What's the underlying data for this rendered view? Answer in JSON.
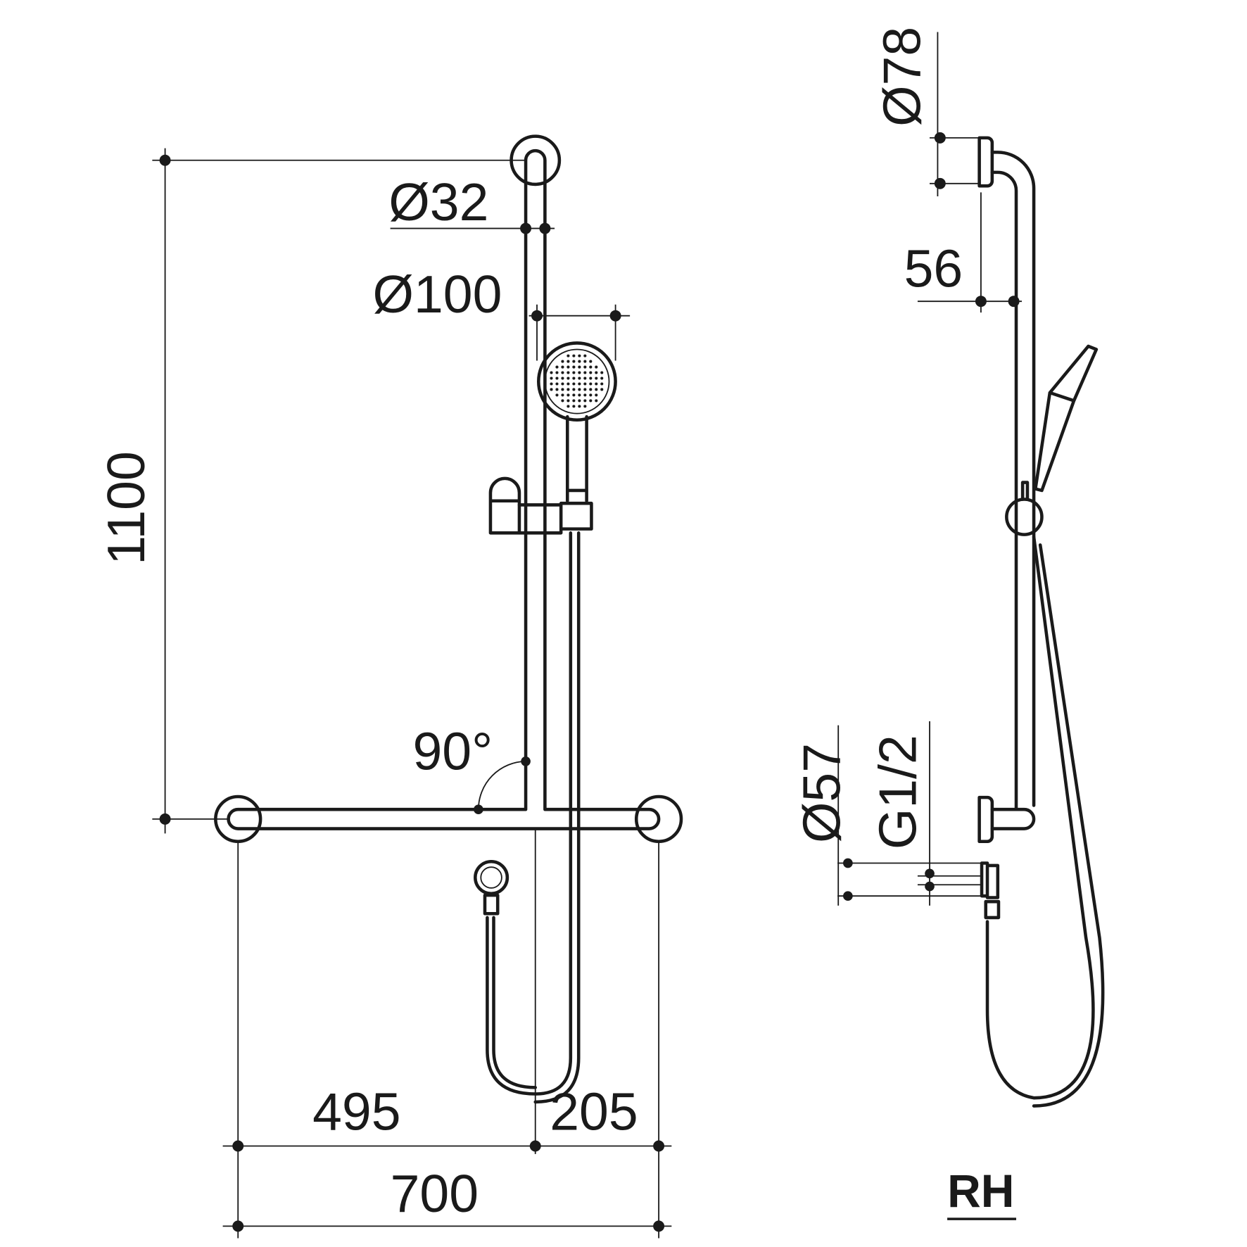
{
  "front_view": {
    "dimensions": {
      "height": "1100",
      "bar_diameter": "Ø32",
      "head_diameter": "Ø100",
      "angle": "90°",
      "left_length": "495",
      "right_length": "205",
      "total_width": "700"
    }
  },
  "side_view": {
    "dimensions": {
      "flange_diameter": "Ø78",
      "projection": "56",
      "outlet_diameter": "Ø57",
      "thread": "G1/2"
    },
    "hand_label": "RH"
  },
  "colors": {
    "line": "#1a1a1a",
    "background": "#ffffff"
  }
}
